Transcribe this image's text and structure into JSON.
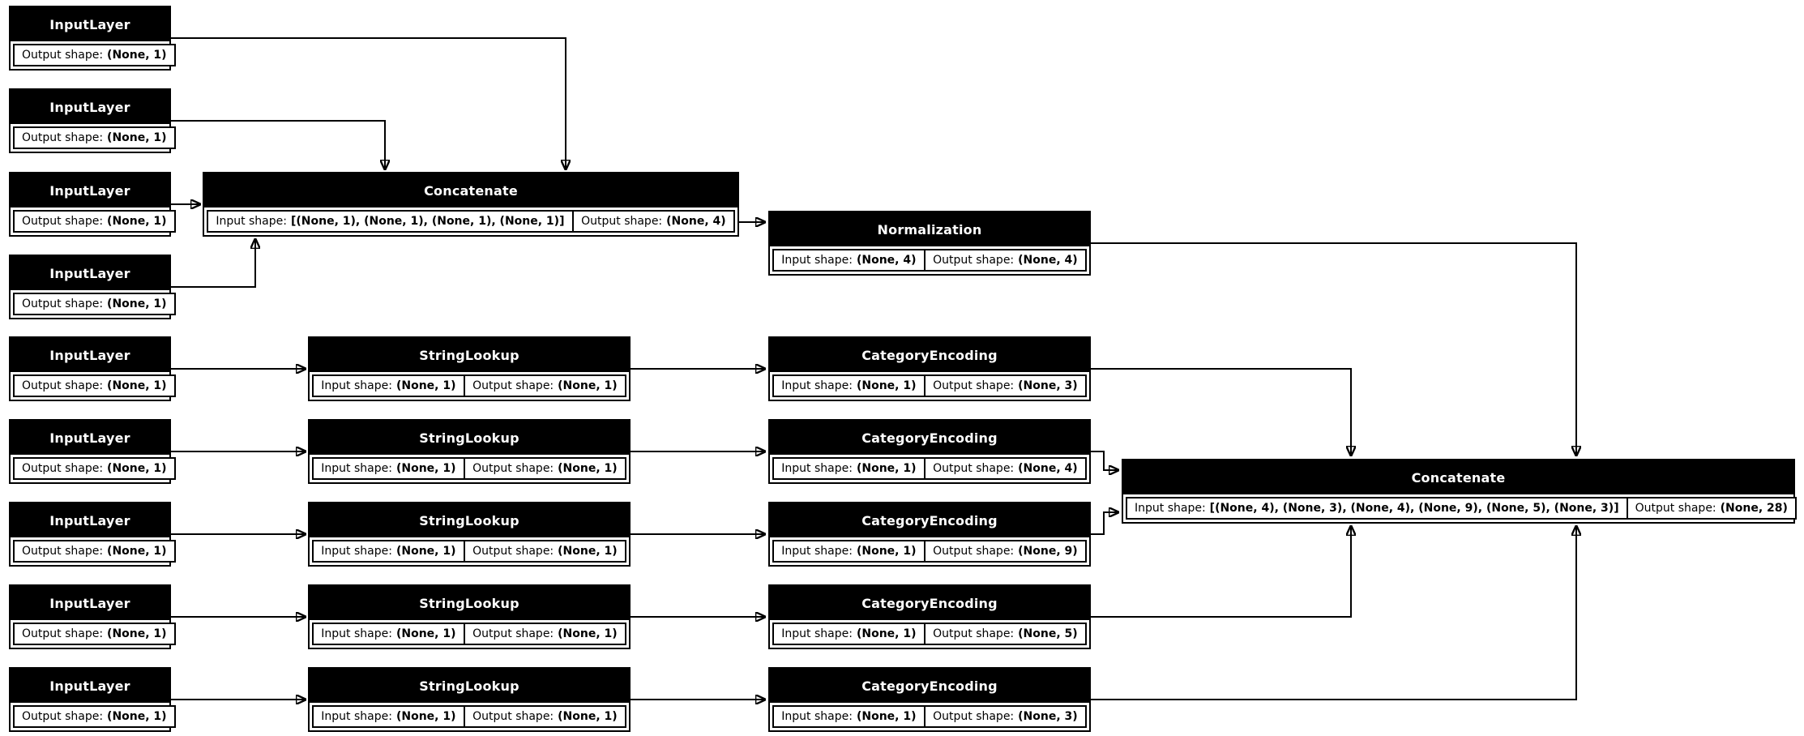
{
  "diagram": {
    "title": "Keras functional model plot",
    "colors": {
      "node_fill": "#000000",
      "node_title_text": "#ffffff",
      "cell_fill": "#ffffff",
      "cell_text": "#000000",
      "edge": "#000000",
      "background": "#ffffff"
    },
    "nodes": [
      {
        "id": "input_1",
        "title": "InputLayer",
        "cells": [
          {
            "label": "Output shape:",
            "value": "(None, 1)"
          }
        ]
      },
      {
        "id": "input_2",
        "title": "InputLayer",
        "cells": [
          {
            "label": "Output shape:",
            "value": "(None, 1)"
          }
        ]
      },
      {
        "id": "input_3",
        "title": "InputLayer",
        "cells": [
          {
            "label": "Output shape:",
            "value": "(None, 1)"
          }
        ]
      },
      {
        "id": "input_4",
        "title": "InputLayer",
        "cells": [
          {
            "label": "Output shape:",
            "value": "(None, 1)"
          }
        ]
      },
      {
        "id": "concat_1",
        "title": "Concatenate",
        "cells": [
          {
            "label": "Input shape:",
            "value": "[(None, 1), (None, 1), (None, 1), (None, 1)]"
          },
          {
            "label": "Output shape:",
            "value": "(None, 4)"
          }
        ]
      },
      {
        "id": "normalization",
        "title": "Normalization",
        "cells": [
          {
            "label": "Input shape:",
            "value": "(None, 4)"
          },
          {
            "label": "Output shape:",
            "value": "(None, 4)"
          }
        ]
      },
      {
        "id": "input_5",
        "title": "InputLayer",
        "cells": [
          {
            "label": "Output shape:",
            "value": "(None, 1)"
          }
        ]
      },
      {
        "id": "lookup_1",
        "title": "StringLookup",
        "cells": [
          {
            "label": "Input shape:",
            "value": "(None, 1)"
          },
          {
            "label": "Output shape:",
            "value": "(None, 1)"
          }
        ]
      },
      {
        "id": "encode_1",
        "title": "CategoryEncoding",
        "cells": [
          {
            "label": "Input shape:",
            "value": "(None, 1)"
          },
          {
            "label": "Output shape:",
            "value": "(None, 3)"
          }
        ]
      },
      {
        "id": "input_6",
        "title": "InputLayer",
        "cells": [
          {
            "label": "Output shape:",
            "value": "(None, 1)"
          }
        ]
      },
      {
        "id": "lookup_2",
        "title": "StringLookup",
        "cells": [
          {
            "label": "Input shape:",
            "value": "(None, 1)"
          },
          {
            "label": "Output shape:",
            "value": "(None, 1)"
          }
        ]
      },
      {
        "id": "encode_2",
        "title": "CategoryEncoding",
        "cells": [
          {
            "label": "Input shape:",
            "value": "(None, 1)"
          },
          {
            "label": "Output shape:",
            "value": "(None, 4)"
          }
        ]
      },
      {
        "id": "input_7",
        "title": "InputLayer",
        "cells": [
          {
            "label": "Output shape:",
            "value": "(None, 1)"
          }
        ]
      },
      {
        "id": "lookup_3",
        "title": "StringLookup",
        "cells": [
          {
            "label": "Input shape:",
            "value": "(None, 1)"
          },
          {
            "label": "Output shape:",
            "value": "(None, 1)"
          }
        ]
      },
      {
        "id": "encode_3",
        "title": "CategoryEncoding",
        "cells": [
          {
            "label": "Input shape:",
            "value": "(None, 1)"
          },
          {
            "label": "Output shape:",
            "value": "(None, 9)"
          }
        ]
      },
      {
        "id": "input_8",
        "title": "InputLayer",
        "cells": [
          {
            "label": "Output shape:",
            "value": "(None, 1)"
          }
        ]
      },
      {
        "id": "lookup_4",
        "title": "StringLookup",
        "cells": [
          {
            "label": "Input shape:",
            "value": "(None, 1)"
          },
          {
            "label": "Output shape:",
            "value": "(None, 1)"
          }
        ]
      },
      {
        "id": "encode_4",
        "title": "CategoryEncoding",
        "cells": [
          {
            "label": "Input shape:",
            "value": "(None, 1)"
          },
          {
            "label": "Output shape:",
            "value": "(None, 5)"
          }
        ]
      },
      {
        "id": "input_9",
        "title": "InputLayer",
        "cells": [
          {
            "label": "Output shape:",
            "value": "(None, 1)"
          }
        ]
      },
      {
        "id": "lookup_5",
        "title": "StringLookup",
        "cells": [
          {
            "label": "Input shape:",
            "value": "(None, 1)"
          },
          {
            "label": "Output shape:",
            "value": "(None, 1)"
          }
        ]
      },
      {
        "id": "encode_5",
        "title": "CategoryEncoding",
        "cells": [
          {
            "label": "Input shape:",
            "value": "(None, 1)"
          },
          {
            "label": "Output shape:",
            "value": "(None, 3)"
          }
        ]
      },
      {
        "id": "concat_2",
        "title": "Concatenate",
        "cells": [
          {
            "label": "Input shape:",
            "value": "[(None, 4), (None, 3), (None, 4), (None, 9), (None, 5), (None, 3)]"
          },
          {
            "label": "Output shape:",
            "value": "(None, 28)"
          }
        ]
      }
    ],
    "edges": [
      {
        "from": "input_1",
        "to": "concat_1"
      },
      {
        "from": "input_2",
        "to": "concat_1"
      },
      {
        "from": "input_3",
        "to": "concat_1"
      },
      {
        "from": "input_4",
        "to": "concat_1"
      },
      {
        "from": "concat_1",
        "to": "normalization"
      },
      {
        "from": "normalization",
        "to": "concat_2"
      },
      {
        "from": "input_5",
        "to": "lookup_1"
      },
      {
        "from": "lookup_1",
        "to": "encode_1"
      },
      {
        "from": "encode_1",
        "to": "concat_2"
      },
      {
        "from": "input_6",
        "to": "lookup_2"
      },
      {
        "from": "lookup_2",
        "to": "encode_2"
      },
      {
        "from": "encode_2",
        "to": "concat_2"
      },
      {
        "from": "input_7",
        "to": "lookup_3"
      },
      {
        "from": "lookup_3",
        "to": "encode_3"
      },
      {
        "from": "encode_3",
        "to": "concat_2"
      },
      {
        "from": "input_8",
        "to": "lookup_4"
      },
      {
        "from": "lookup_4",
        "to": "encode_4"
      },
      {
        "from": "encode_4",
        "to": "concat_2"
      },
      {
        "from": "input_9",
        "to": "lookup_5"
      },
      {
        "from": "lookup_5",
        "to": "encode_5"
      },
      {
        "from": "encode_5",
        "to": "concat_2"
      }
    ]
  }
}
